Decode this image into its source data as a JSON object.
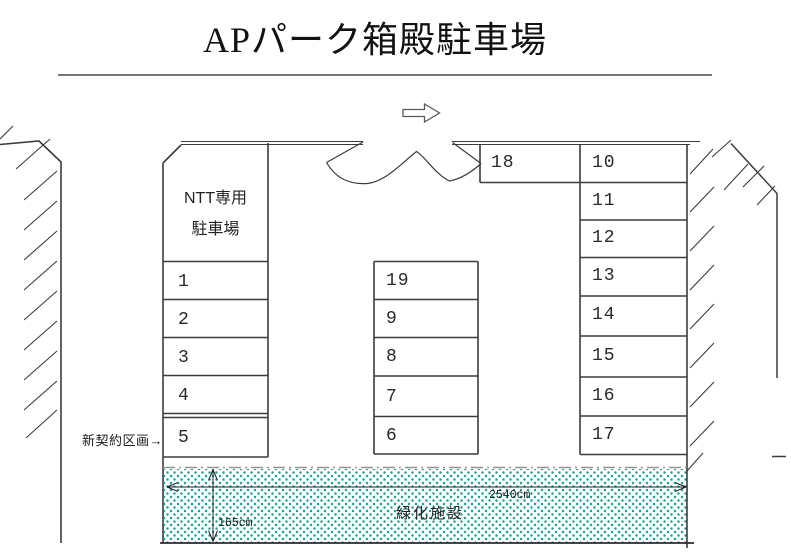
{
  "title": "APパーク箱殿駐車場",
  "ntt_area": {
    "line1": "NTT専用",
    "line2": "駐車場"
  },
  "annotations": {
    "new_contract": "新契約区画→"
  },
  "spaces": {
    "left": [
      "1",
      "2",
      "3",
      "4",
      "5"
    ],
    "middle": [
      "19",
      "9",
      "8",
      "7",
      "6"
    ],
    "top_right": "18",
    "right": [
      "10",
      "11",
      "12",
      "13",
      "14",
      "15",
      "16",
      "17"
    ]
  },
  "green_area": {
    "label": "緑化施設",
    "width": "2540cm",
    "depth": "165cm"
  },
  "icons": {
    "direction_arrow": "block-arrow-right-icon"
  },
  "colors": {
    "line": "#3c3c3c",
    "green_dot": "#00a79b",
    "dashdot": "#949494"
  }
}
